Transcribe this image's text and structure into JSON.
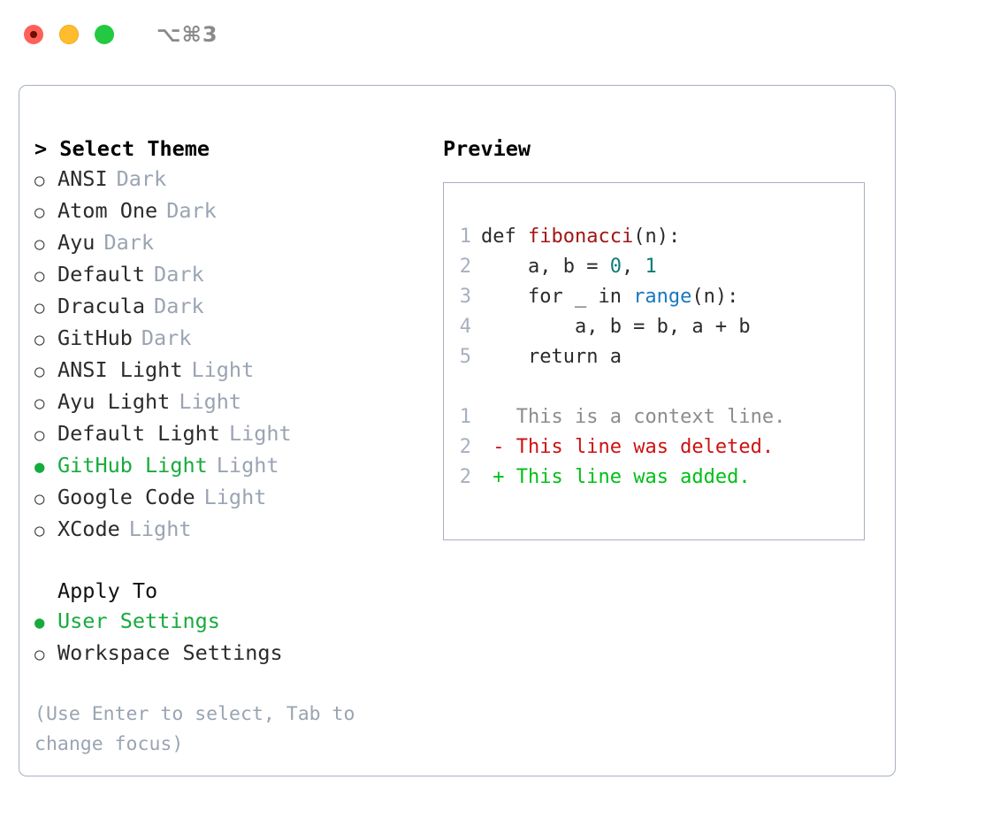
{
  "titlebar": {
    "shortcut": "⌥⌘3",
    "lights": [
      {
        "name": "close",
        "color": "#ff6058"
      },
      {
        "name": "minimize",
        "color": "#ffbd2e"
      },
      {
        "name": "zoom",
        "color": "#23ca41"
      }
    ]
  },
  "theme_picker": {
    "header": "> Select Theme",
    "bullet_unselected": "○",
    "bullet_selected": "●",
    "items": [
      {
        "label": "ANSI",
        "tag": "Dark",
        "selected": false
      },
      {
        "label": "Atom One",
        "tag": "Dark",
        "selected": false
      },
      {
        "label": "Ayu",
        "tag": "Dark",
        "selected": false
      },
      {
        "label": "Default",
        "tag": "Dark",
        "selected": false
      },
      {
        "label": "Dracula",
        "tag": "Dark",
        "selected": false
      },
      {
        "label": "GitHub",
        "tag": "Dark",
        "selected": false
      },
      {
        "label": "ANSI Light",
        "tag": "Light",
        "selected": false
      },
      {
        "label": "Ayu Light",
        "tag": "Light",
        "selected": false
      },
      {
        "label": "Default Light",
        "tag": "Light",
        "selected": false
      },
      {
        "label": "GitHub Light",
        "tag": "Light",
        "selected": true
      },
      {
        "label": "Google Code",
        "tag": "Light",
        "selected": false
      },
      {
        "label": "XCode",
        "tag": "Light",
        "selected": false
      }
    ]
  },
  "apply_to": {
    "header": "Apply To",
    "items": [
      {
        "label": "User Settings",
        "selected": true
      },
      {
        "label": "Workspace Settings",
        "selected": false
      }
    ]
  },
  "hint": "(Use Enter to select, Tab to change focus)",
  "preview": {
    "title": "Preview",
    "code_lines": [
      {
        "num": "1",
        "tokens": [
          {
            "text": "def ",
            "type": "plain"
          },
          {
            "text": "fibonacci",
            "type": "fn"
          },
          {
            "text": "(n):",
            "type": "plain"
          }
        ]
      },
      {
        "num": "2",
        "tokens": [
          {
            "text": "    a, b = ",
            "type": "plain"
          },
          {
            "text": "0",
            "type": "num"
          },
          {
            "text": ", ",
            "type": "plain"
          },
          {
            "text": "1",
            "type": "num"
          }
        ]
      },
      {
        "num": "3",
        "tokens": [
          {
            "text": "    for _ in ",
            "type": "plain"
          },
          {
            "text": "range",
            "type": "call"
          },
          {
            "text": "(n):",
            "type": "plain"
          }
        ]
      },
      {
        "num": "4",
        "tokens": [
          {
            "text": "        a, b = b, a + b",
            "type": "plain"
          }
        ]
      },
      {
        "num": "5",
        "tokens": [
          {
            "text": "    return a",
            "type": "plain"
          }
        ]
      }
    ],
    "diff_lines": [
      {
        "num": "1",
        "marker": " ",
        "text": "This is a context line.",
        "kind": "ctx"
      },
      {
        "num": "2",
        "marker": "-",
        "text": "This line was deleted.",
        "kind": "del"
      },
      {
        "num": "2",
        "marker": "+",
        "text": "This line was added.",
        "kind": "add"
      }
    ]
  },
  "colors": {
    "accent_green": "#17ab3d",
    "tag_muted": "#9aa4b2",
    "border": "#a7b0bf",
    "syntax_function": "#a31515",
    "syntax_number": "#0f7b77",
    "syntax_call": "#1879bd",
    "diff_added": "#00bf18",
    "diff_deleted": "#cc1212",
    "diff_context": "#8c8c8c"
  }
}
